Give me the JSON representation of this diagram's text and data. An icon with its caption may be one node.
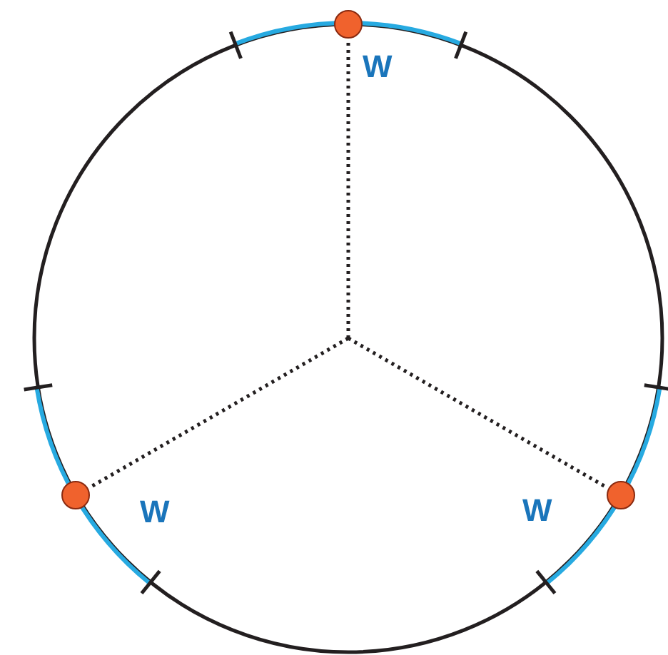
{
  "diagram": {
    "nodes": [
      {
        "text": [],
        "shape": "circle",
        "beside": [
          "W"
        ]
      },
      {
        "text": [],
        "shape": "circle",
        "beside": [
          "W"
        ]
      },
      {
        "text": [],
        "shape": "circle",
        "beside": [
          "W"
        ]
      }
    ],
    "edges": [
      {
        "from": null,
        "to": 0,
        "arrow": "none",
        "style": "dashed"
      },
      {
        "from": null,
        "to": 1,
        "arrow": "none",
        "style": "dashed"
      },
      {
        "from": null,
        "to": 2,
        "arrow": "none",
        "style": "dashed"
      }
    ]
  }
}
